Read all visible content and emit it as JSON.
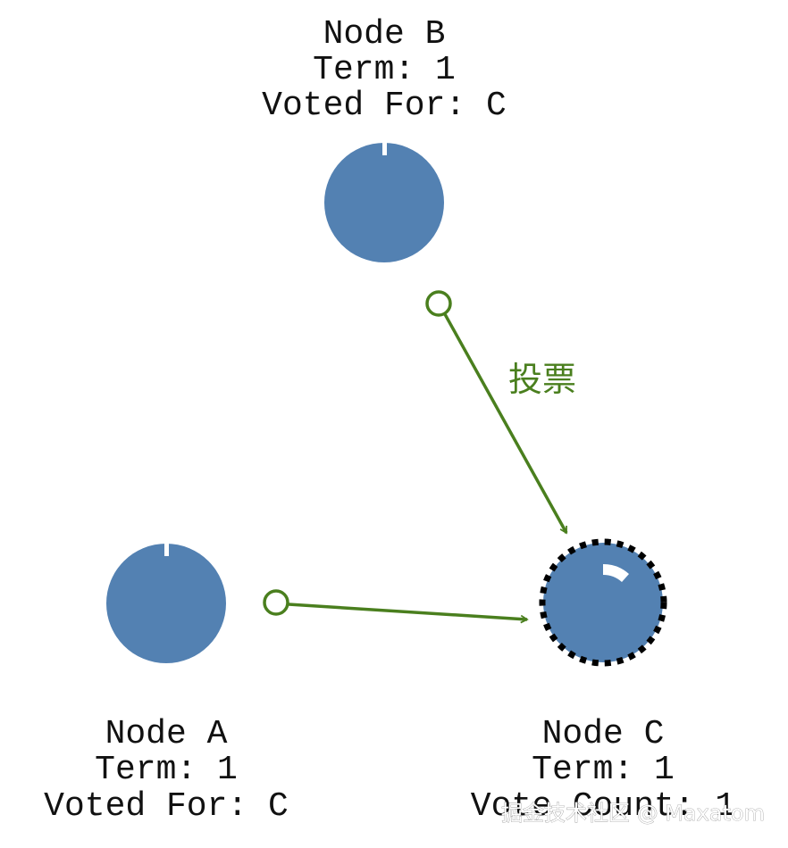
{
  "node_color": "#5381b2",
  "edge_color": "#4a7f1e",
  "leader_border_color": "#000000",
  "node_b": {
    "name": "Node B",
    "term": "Term: 1",
    "status": "Voted For: C"
  },
  "node_a": {
    "name": "Node A",
    "term": "Term: 1",
    "status": "Voted For: C"
  },
  "node_c": {
    "name": "Node C",
    "term": "Term: 1",
    "status": "Vote Count: 1"
  },
  "edge_b_to_c": {
    "label": "投票"
  },
  "watermark": "掘金技术社区 @ Maxatom"
}
